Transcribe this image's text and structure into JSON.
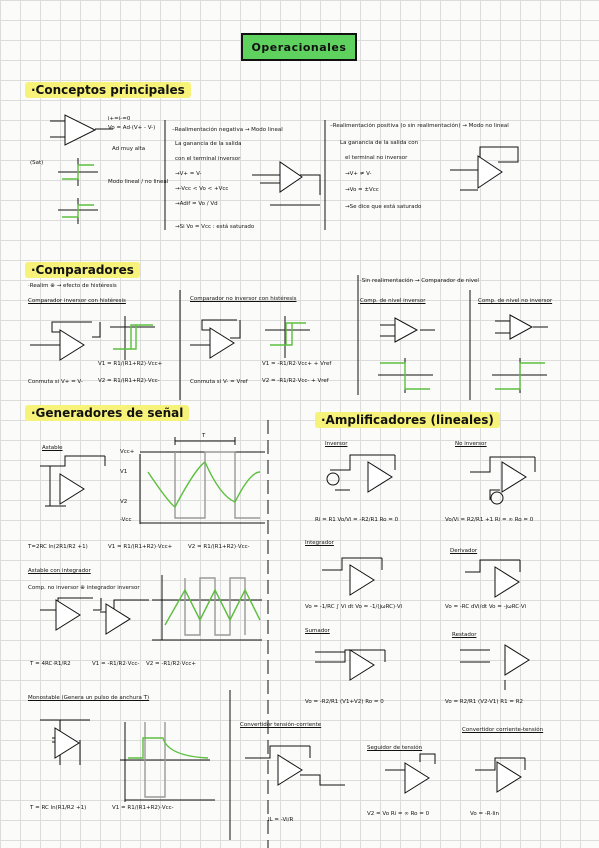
{
  "title": "Operacionales",
  "sections": {
    "conceptos": "·Conceptos principales",
    "comparadores": "·Comparadores",
    "generadores": "·Generadores de señal",
    "amplificadores": "·Amplificadores (lineales)"
  },
  "conceptos": {
    "currents": "i+=i-=0",
    "vo_eq": "Vo = Ad·(V+ - V-)",
    "ad_note": "Ad muy alta",
    "sat_note": "(Sat)",
    "table": "Modo lineal / no lineal",
    "fb_neg": "–Realimentación negativa → Modo lineal",
    "fb_neg_1": "La ganancia de la salida",
    "fb_neg_2": "con el terminal inversor",
    "fb_neg_3": "→V+ = V-",
    "fb_neg_4": "→-Vcc < Vo < +Vcc",
    "fb_neg_5": "→Adif = Vo / Vd",
    "fb_neg_6": "→Si Vo = Vcc : está saturado",
    "fb_pos": "–Realimentación positiva (o sin realimentación) → Modo no lineal",
    "fb_pos_1": "La ganancia de la salida con",
    "fb_pos_2": "el terminal no inversor",
    "fb_pos_3": "→V+ ≠ V-",
    "fb_pos_4": "→Vo = ±Vcc",
    "fb_pos_5": "→Se dice que está saturado"
  },
  "comparadores": {
    "intro": "·Realim ⊕ → efecto de histéresis",
    "sin_realim": "·Sin realimentación → Comparador de nivel",
    "inv_hist": "Comparador inversor con histéresis",
    "noinv_hist": "Comparador no inversor con histéresis",
    "niv_inv": "Comp. de nivel inversor",
    "niv_noinv": "Comp. de nivel no inversor",
    "conmuta_inv": "Conmuta si V+ = V-",
    "conmuta_noinv": "Conmuta si V- = Vref",
    "eq_inv_1": "V1 = R1/(R1+R2)·Vcc+",
    "eq_inv_2": "V2 = R1/(R1+R2)·Vcc-",
    "eq_noinv_1": "V1 = -R1/R2·Vcc+ + Vref",
    "eq_noinv_2": "V2 = -R1/R2·Vcc- + Vref"
  },
  "generadores": {
    "astable": "Astable",
    "astable_int": "Astable con integrador",
    "astable_int_desc": "Comp. no inversor ⊕ integrador inversor",
    "monostable": "Monostable (Genera un pulso de anchura T)",
    "t_astable": "T=2RC ln(2R1/R2 +1)",
    "v1_astable": "V1 = R1/(R1+R2)·Vcc+",
    "v2_astable": "V2 = R1/(R1+R2)·Vcc-",
    "t_int": "T = 4RC·R1/R2",
    "v1_int": "V1 = -R1/R2·Vcc-",
    "v2_int": "V2 = -R1/R2·Vcc+",
    "t_mono": "T = RC ln(R1/R2 +1)",
    "v_mono": "V1 = R1/(R1+R2)·Vcc-",
    "period": "T",
    "vcc_pos": "Vcc+",
    "vcc_neg": "-Vcc",
    "v1": "V1",
    "v2": "V2"
  },
  "amplificadores": {
    "inversor": "Inversor",
    "no_inversor": "No inversor",
    "integrador": "Integrador",
    "derivador": "Derivador",
    "sumador": "Sumador",
    "restador": "Restador",
    "conv_ti": "Convertidor tensión-corriente",
    "seguidor": "Seguidor de tensión",
    "conv_ct": "Convertidor corriente-tensión",
    "eq_inversor": "Ri = R1    Vo/Vi = -R2/R1    Ro = 0",
    "eq_no_inversor": "Vo/Vi = R2/R1 +1    Ri = ∞    Ro = 0",
    "eq_integrador": "Vo = -1/RC ∫ Vi dt    Vo = -1/(jωRC)·Vi",
    "eq_derivador": "Vo = -RC dVi/dt    Vo = -jωRC·Vi",
    "eq_sumador": "Vo = -R2/R1 (V1+V2)    Ro = 0",
    "eq_restador": "Vo = R2/R1 (V2-V1)    R1 = R2",
    "eq_conv_ti": "IL = -Vi/R",
    "eq_seguidor": "V2 = Vo    Ri = ∞    Ro = 0",
    "eq_conv_ct": "Vo = -R·Iin"
  }
}
